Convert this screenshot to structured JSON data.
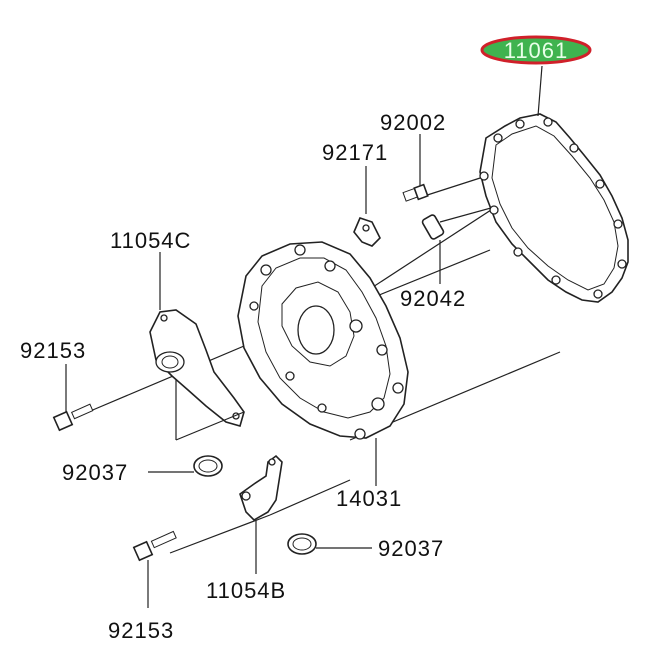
{
  "parts": {
    "gasket": "11061",
    "bolt_top": "92002",
    "bracket_top": "92171",
    "bracket_left": "11054C",
    "dowel": "92042",
    "bolt_left": "92153",
    "cover": "14031",
    "clamp_upper": "92037",
    "clamp_lower": "92037",
    "bracket_bottom": "11054B",
    "bolt_bottom": "92153"
  },
  "colors": {
    "highlight_fill": "#3fb34f",
    "highlight_ring": "#d0202a",
    "line": "#222222"
  }
}
